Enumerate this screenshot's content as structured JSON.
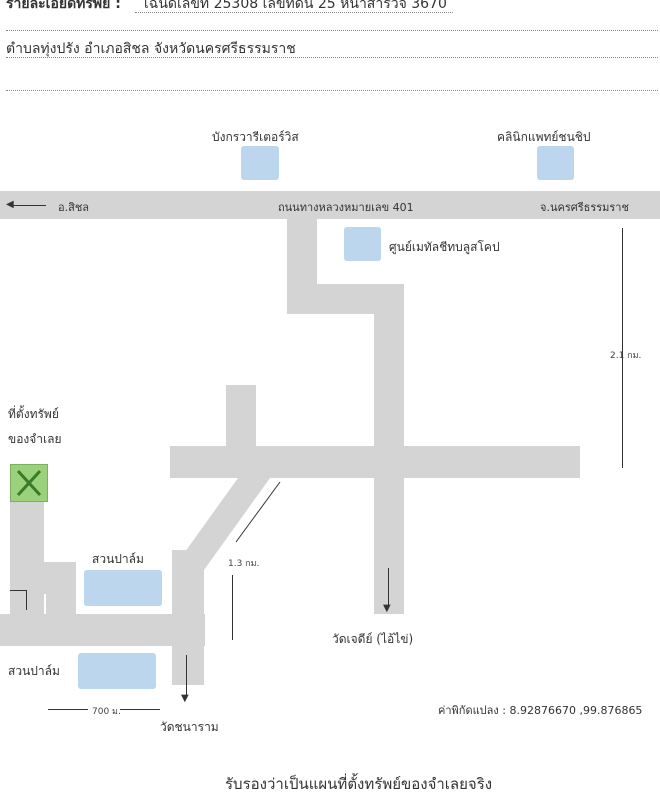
{
  "header": {
    "label": "รายละเอียดทรัพย์ :",
    "deed_text": "โฉนดเลขที่ 25308 เลขที่ดิน 25 หน้าสำรวจ 3670",
    "location_text": "ตำบลทุ่งปรัง อำเภอสิชล จังหวัดนครศรีธรรมราช"
  },
  "landmarks": {
    "bangkravari": "บังกรวารีเตอร์วิส",
    "clinic": "คลินิกแพทย์ชนชิป",
    "center": "ศูนย์เมทัลชีทบลูสโคป"
  },
  "roads": {
    "highway": "ถนนทางหลวงหมายเลข 401",
    "to_sichon": "อ.สิชล",
    "to_nakhon": "จ.นครศรีธรรมราช"
  },
  "distances": {
    "d_2_1": "2.1 กม.",
    "d_1_3": "1.3 กม.",
    "d_700": "700 ม."
  },
  "places": {
    "property_line1": "ที่ตั้งทรัพย์",
    "property_line2": "ของจำเลย",
    "palm1": "สวนปาล์ม",
    "palm2": "สวนปาล์ม",
    "wat_jedee": "วัดเจดีย์ (ไอ้ไข่)",
    "wat_chanaram": "วัดชนาราม"
  },
  "coords": "ค่าพิกัดแปลง : 8.92876670 ,99.876865",
  "footer": "รับรองว่าเป็นแผนที่ตั้งทรัพย์ของจำเลยจริง",
  "colors": {
    "road": "#d4d4d4",
    "building": "#bcd6ee",
    "marker_bg": "#9ad17a",
    "marker_x": "#3a7a2a"
  }
}
